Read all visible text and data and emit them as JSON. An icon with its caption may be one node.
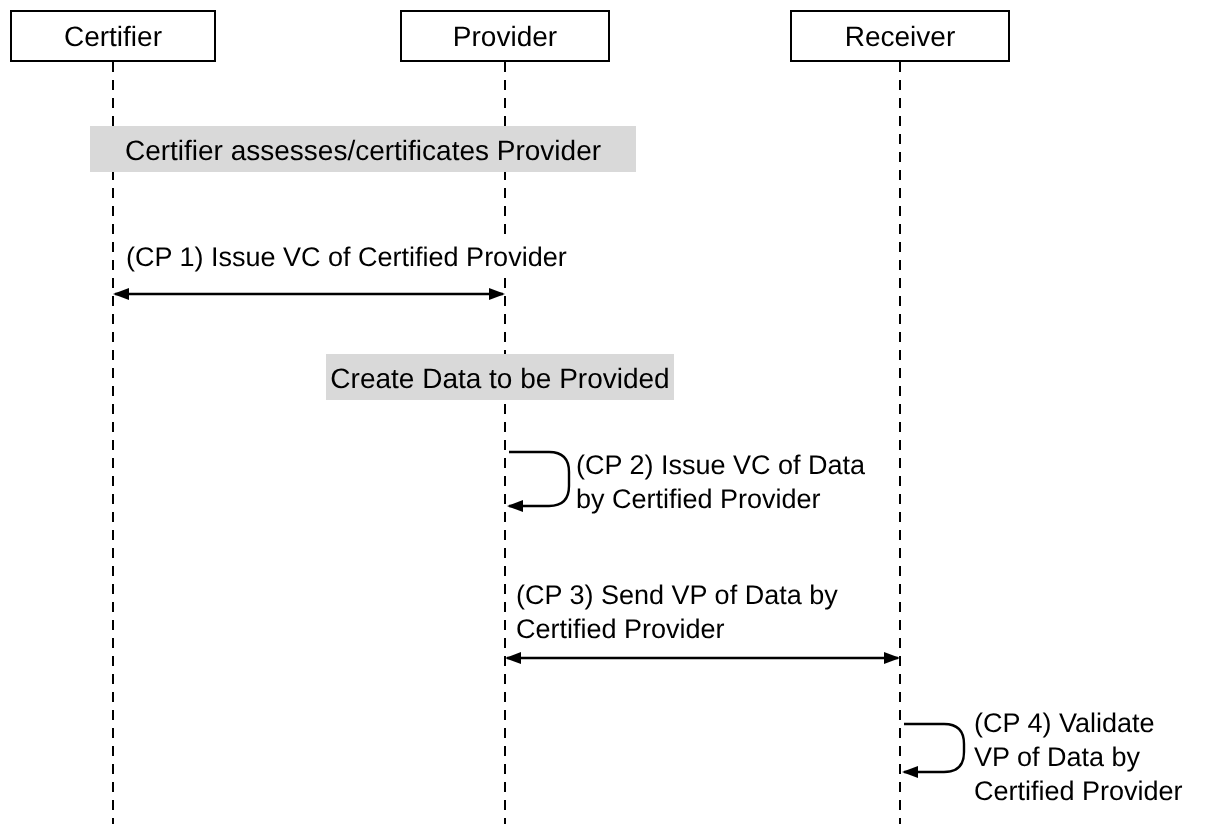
{
  "diagram": {
    "nodes": [
      {
        "text": [
          "Certifier"
        ]
      },
      {
        "text": [
          "Provider"
        ]
      },
      {
        "text": [
          "Receiver"
        ]
      },
      {
        "text": [
          "Certifier assesses/certificates Provider"
        ]
      },
      {
        "text": [
          "Create Data to be Provided"
        ]
      }
    ],
    "edges": [
      {
        "from": 0,
        "to": 1,
        "arrow": "both",
        "label": "(CP 1) Issue VC of Certified Provider"
      },
      {
        "from": 1,
        "to": 1,
        "arrow": "to",
        "label": "(CP 2) Issue VC of Data by Certified Provider"
      },
      {
        "from": 1,
        "to": 2,
        "arrow": "both",
        "label": "(CP 3) Send VP of Data by Certified Provider"
      },
      {
        "from": 2,
        "to": 2,
        "arrow": "to",
        "label": "(CP 4) Validate VP of Data by Certified Provider"
      }
    ]
  }
}
